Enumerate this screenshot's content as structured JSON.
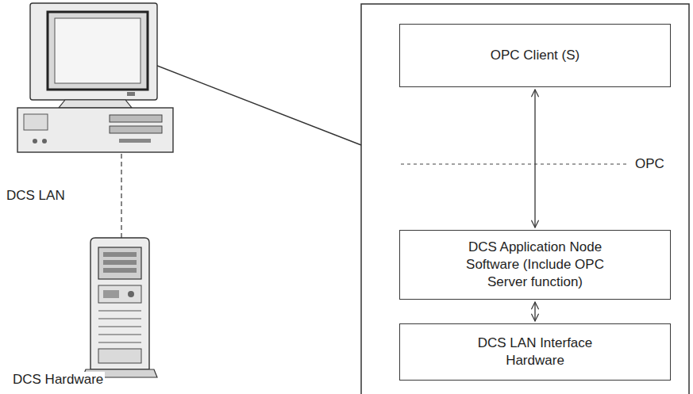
{
  "diagram": {
    "nodes": [
      {
        "text": [
          "OPC Client (S)"
        ]
      },
      {
        "text": [
          "DCS Application Node Software (Include OPC Server function)"
        ]
      },
      {
        "text": [
          "DCS LAN Interface Hardware"
        ]
      }
    ],
    "edges": [
      {
        "from": 0,
        "to": 1,
        "arrow": "both"
      },
      {
        "from": 1,
        "to": 2,
        "arrow": "both"
      }
    ],
    "labels": [
      "DCS LAN",
      "OPC",
      "DCS Hardware"
    ]
  }
}
